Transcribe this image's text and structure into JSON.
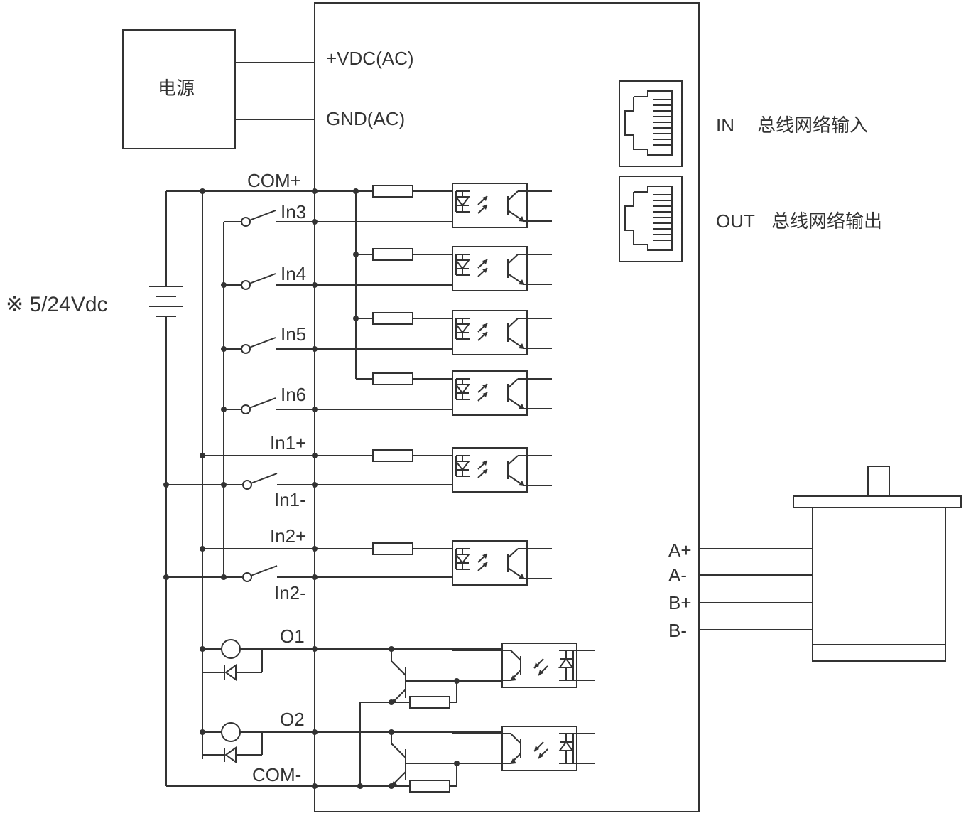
{
  "power_block": {
    "label": "电源"
  },
  "driver_terminals": {
    "vdc": "+VDC(AC)",
    "gnd": "GND(AC)",
    "com_plus": "COM+",
    "com_minus": "COM-"
  },
  "supply_label": "※ 5/24Vdc",
  "inputs": {
    "in3": "In3",
    "in4": "In4",
    "in5": "In5",
    "in6": "In6",
    "in1_plus": "In1+",
    "in1_minus": "In1-",
    "in2_plus": "In2+",
    "in2_minus": "In2-"
  },
  "outputs": {
    "o1": "O1",
    "o2": "O2"
  },
  "network_ports": {
    "in_label": "IN",
    "in_desc": "总线网络输入",
    "out_label": "OUT",
    "out_desc": "总线网络输出"
  },
  "motor_pins": {
    "a_plus": "A+",
    "a_minus": "A-",
    "b_plus": "B+",
    "b_minus": "B-"
  }
}
